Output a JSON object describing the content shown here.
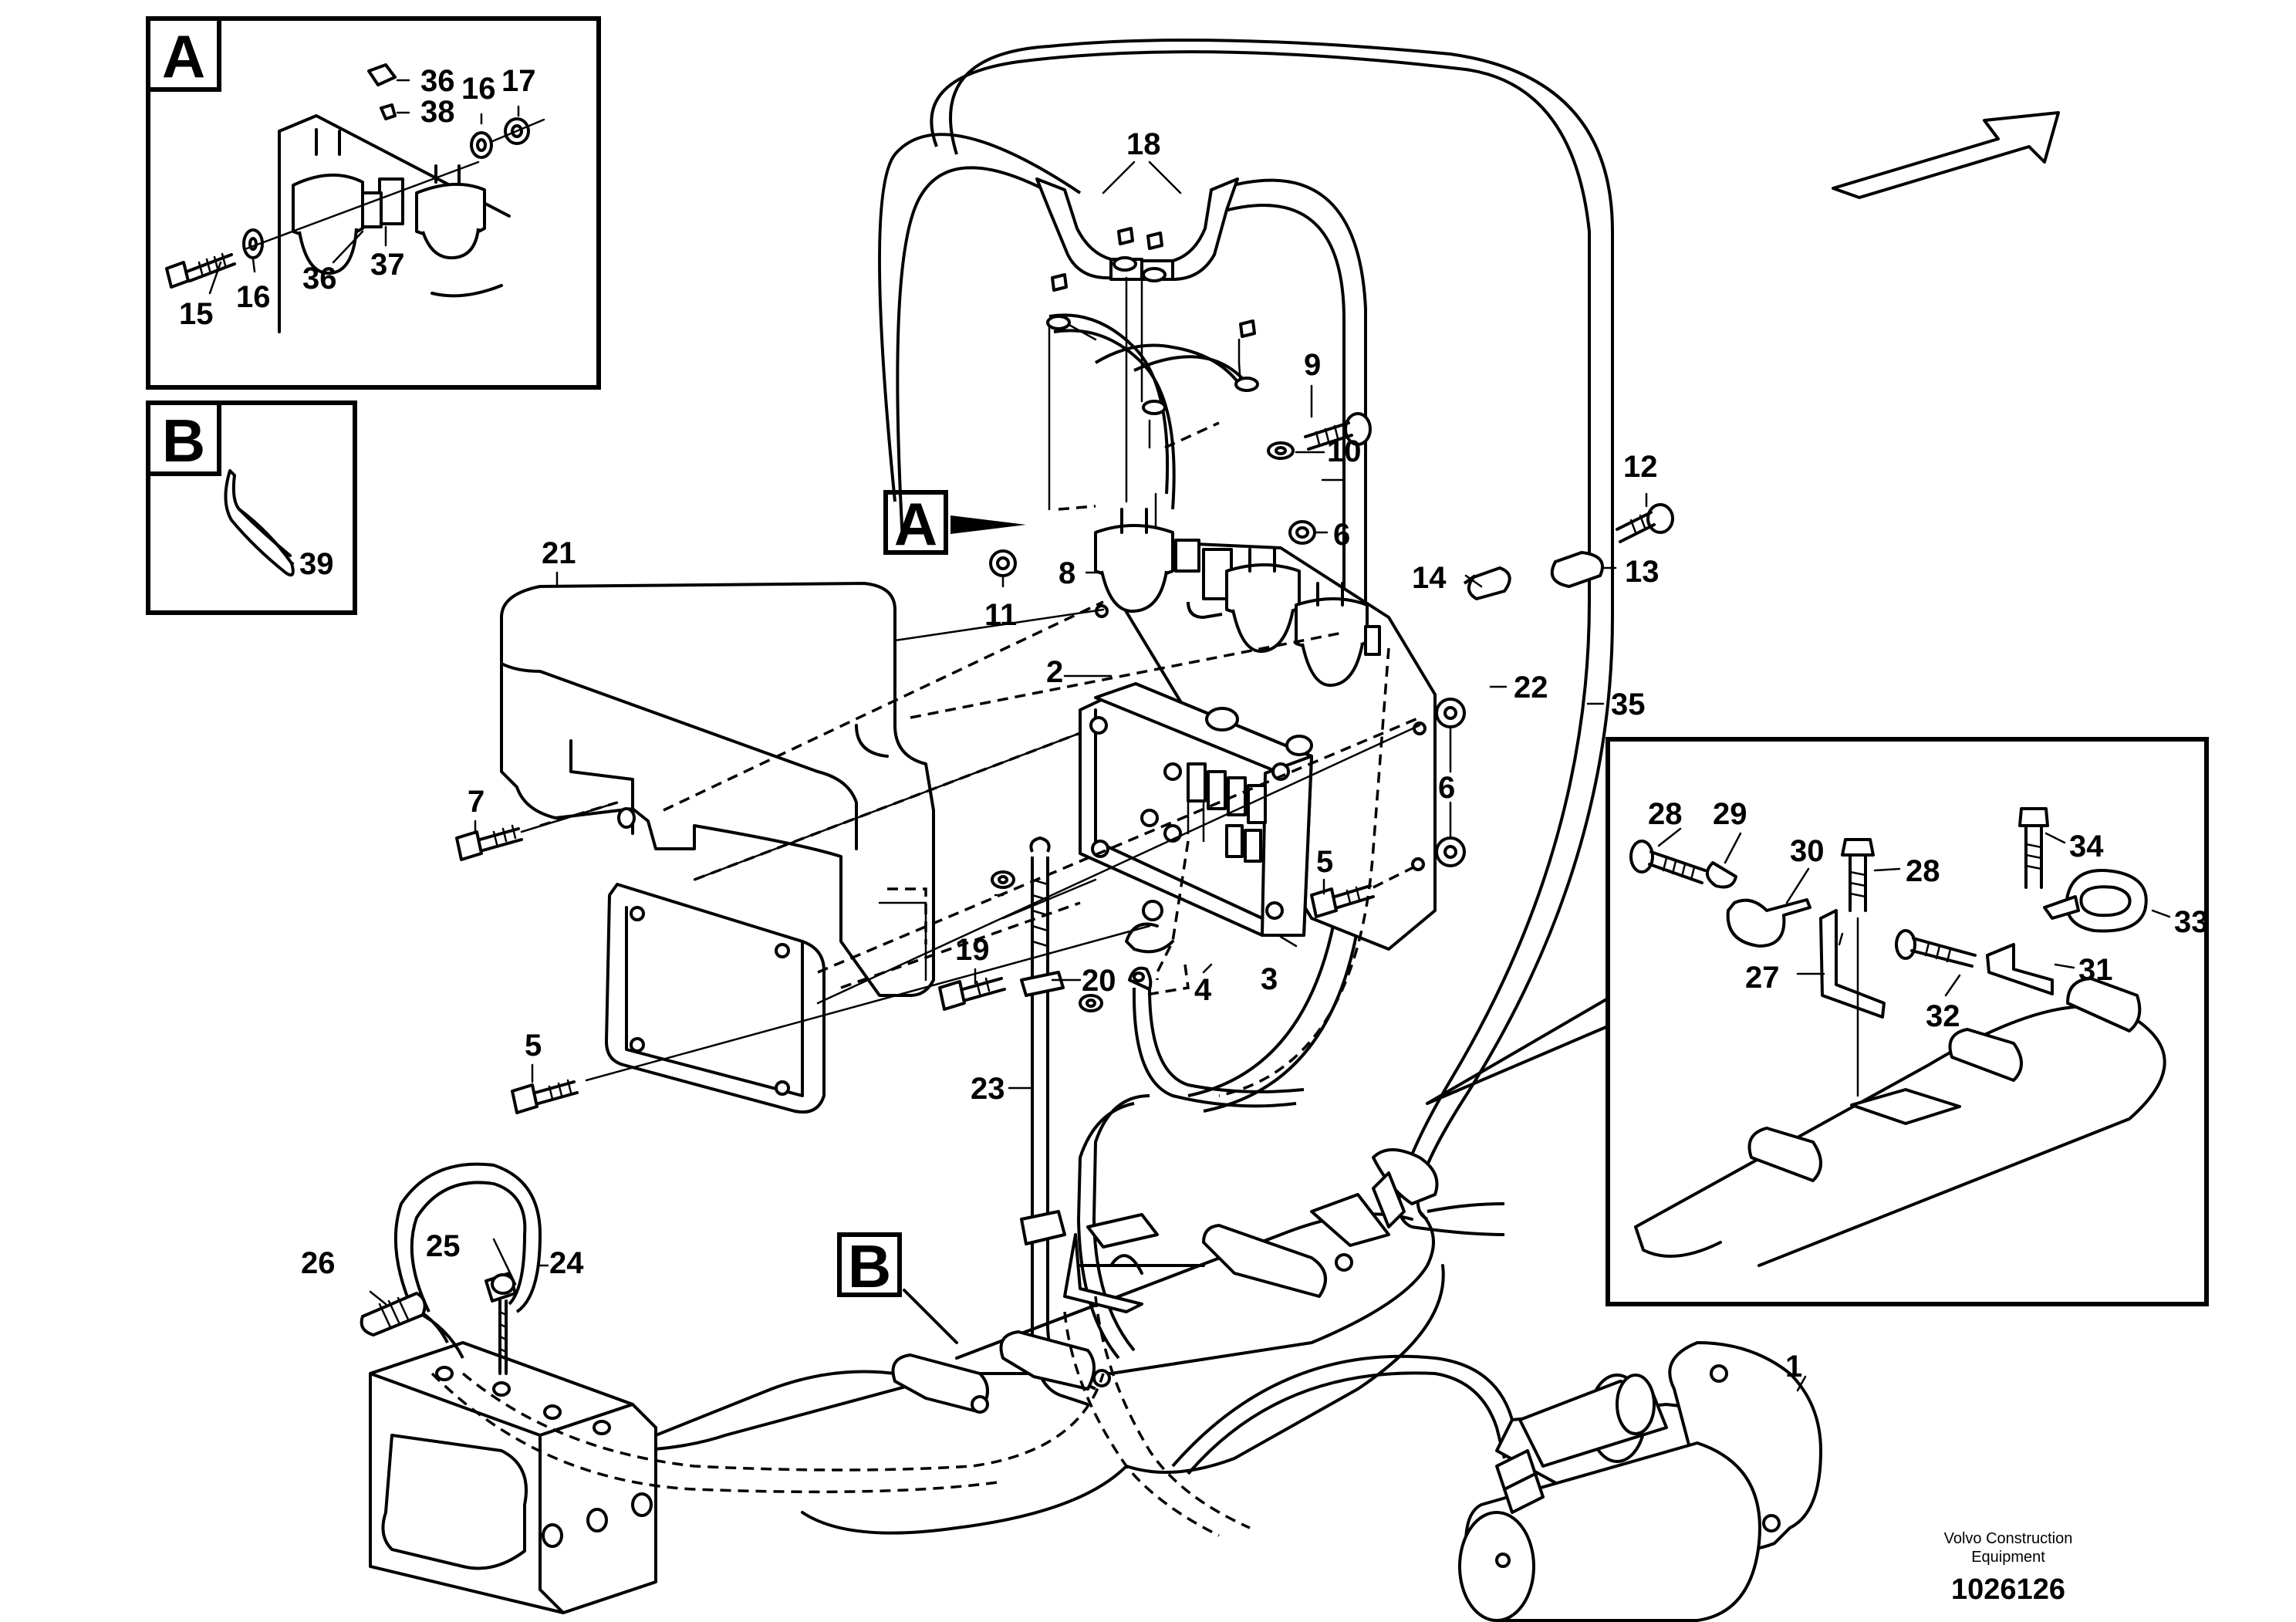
{
  "callouts": {
    "n1": "1",
    "n2": "2",
    "n3": "3",
    "n4": "4",
    "n5a": "5",
    "n5b": "5",
    "n6a": "6",
    "n6b": "6",
    "n7": "7",
    "n8": "8",
    "n9": "9",
    "n10": "10",
    "n11": "11",
    "n12": "12",
    "n13": "13",
    "n14": "14",
    "n15": "15",
    "n16a": "16",
    "n16b": "16",
    "n17": "17",
    "n18": "18",
    "n19": "19",
    "n20": "20",
    "n21": "21",
    "n22": "22",
    "n23": "23",
    "n24": "24",
    "n25": "25",
    "n26": "26",
    "n27": "27",
    "n28a": "28",
    "n28b": "28",
    "n29": "29",
    "n30": "30",
    "n31": "31",
    "n32": "32",
    "n33": "33",
    "n34": "34",
    "n35": "35",
    "n36a": "36",
    "n36b": "36",
    "n37": "37",
    "n38": "38",
    "n39": "39"
  },
  "detail_labels": {
    "inset_a": "A",
    "inset_b": "B",
    "pointer_a": "A",
    "pointer_b": "B"
  },
  "footer": {
    "brand_line1": "Volvo Construction",
    "brand_line2": "Equipment",
    "drawing_number": "1026126"
  }
}
